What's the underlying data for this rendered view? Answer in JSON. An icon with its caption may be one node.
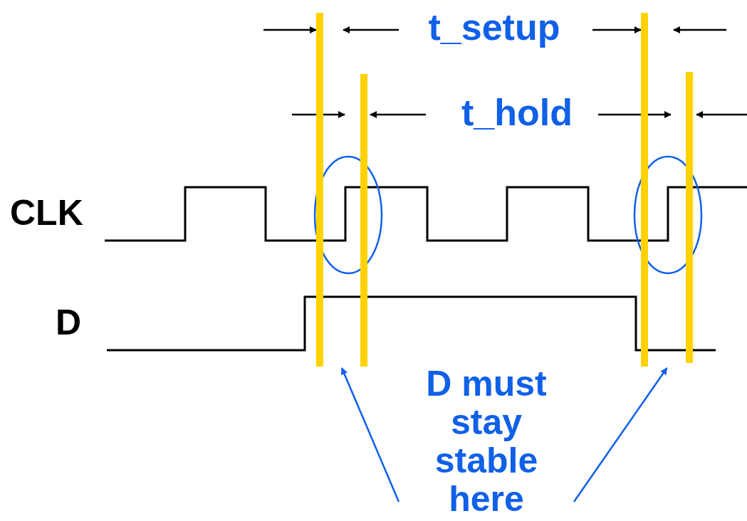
{
  "diagram": {
    "nodes": [
      {
        "text": [
          "D must stay stable here"
        ]
      },
      {
        "text": [],
        "shape": "bar"
      },
      {
        "text": [],
        "shape": "bar"
      }
    ],
    "edges": [
      {
        "from": 0,
        "to": 1,
        "arrow": "to"
      },
      {
        "from": 0,
        "to": 2,
        "arrow": "to"
      }
    ],
    "labels": [
      "t_setup",
      "t_hold",
      "CLK",
      "D"
    ]
  }
}
